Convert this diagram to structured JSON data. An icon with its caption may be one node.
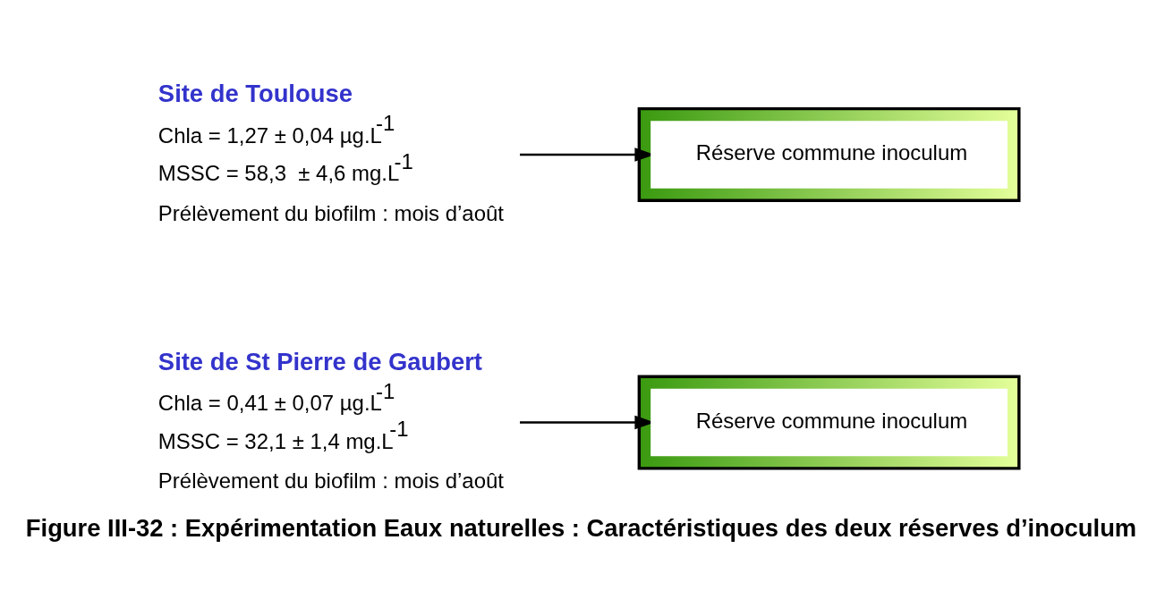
{
  "diagram": {
    "caption": "Figure III-32 : Expérimentation Eaux naturelles : Caractéristiques des deux réserves d’inoculum",
    "nodes": [
      {
        "text": [
          "Site de Toulouse",
          "Chla = 1,27 ± 0,04 µg.L$^{-1}$",
          "MSSC = 58,3  ± 4,6 mg.L$^{-1}$",
          "Prélèvement du biofilm : mois d’août"
        ]
      },
      {
        "text": [],
        "shape": "box"
      },
      {
        "text": [
          "Réserve commune inoculum"
        ],
        "in": 1
      },
      {
        "text": [
          "Site de St Pierre de Gaubert",
          "Chla = 0,41 ± 0,07 µg.L$^{-1}$",
          "MSSC = 32,1 ± 1,4 mg.L$^{-1}$",
          "Prélèvement du biofilm : mois d’août"
        ]
      },
      {
        "text": [],
        "shape": "box"
      },
      {
        "text": [
          "Réserve commune inoculum"
        ],
        "in": 4
      }
    ],
    "edges": [
      {
        "from": 0,
        "to": 2,
        "arrow": "to"
      },
      {
        "from": 3,
        "to": 5,
        "arrow": "to"
      }
    ]
  }
}
